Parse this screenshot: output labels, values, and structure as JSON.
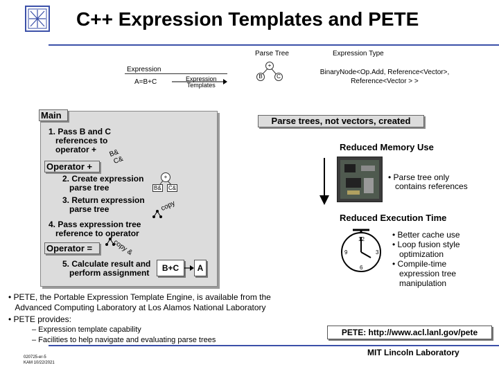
{
  "header": {
    "title": "C++ Expression Templates and PETE"
  },
  "diagram": {
    "parse_tree_label": "Parse Tree",
    "expression_type_label": "Expression Type",
    "expression_label": "Expression",
    "expression_value": "A=B+C",
    "expression_templates_label": "Expression\nTemplates",
    "expression_type_value": "BinaryNode<Op.Add, Reference<Vector>,\nReference<Vector > >",
    "tree_root": "+",
    "tree_left": "B",
    "tree_right": "C"
  },
  "flow": {
    "main_label": "Main",
    "step1": "1. Pass B and C\n   references to\n   operator +",
    "operator_plus_label": "Operator +",
    "step2": "2. Create expression\n   parse tree",
    "step3": "3. Return expression\n   parse tree",
    "step4": "4. Pass expression tree\n   reference to operator",
    "operator_eq_label": "Operator =",
    "step5": "5. Calculate result and\n   perform assignment",
    "result_expr": "B+C",
    "result_target": "A",
    "ref_b": "B&",
    "ref_c": "C&",
    "node_b": "B&",
    "node_c": "C&",
    "node_plus": "+",
    "copy1": "copy",
    "copy2": "copy &"
  },
  "right": {
    "parse_trees_box": "Parse trees, not vectors, created",
    "reduced_memory": "Reduced Memory Use",
    "memory_bullet": "• Parse tree only\n   contains references",
    "reduced_time": "Reduced Execution Time",
    "time_bullets": "• Better cache use\n• Loop fusion style\n   optimization\n• Compile-time\n   expression tree\n   manipulation"
  },
  "bottom": {
    "bullet1": "• PETE, the Portable Expression Template Engine, is available from the\n   Advanced Computing Laboratory at Los Alamos National Laboratory",
    "bullet2": "• PETE provides:",
    "sub1": "– Expression template capability",
    "sub2": "– Facilities to help navigate and evaluating parse trees",
    "url_box": "PETE: http://www.acl.lanl.gov/pete",
    "footer_id": "020725-er-5\nKAM 10/22/2021",
    "footer_lab": "MIT Lincoln Laboratory"
  }
}
